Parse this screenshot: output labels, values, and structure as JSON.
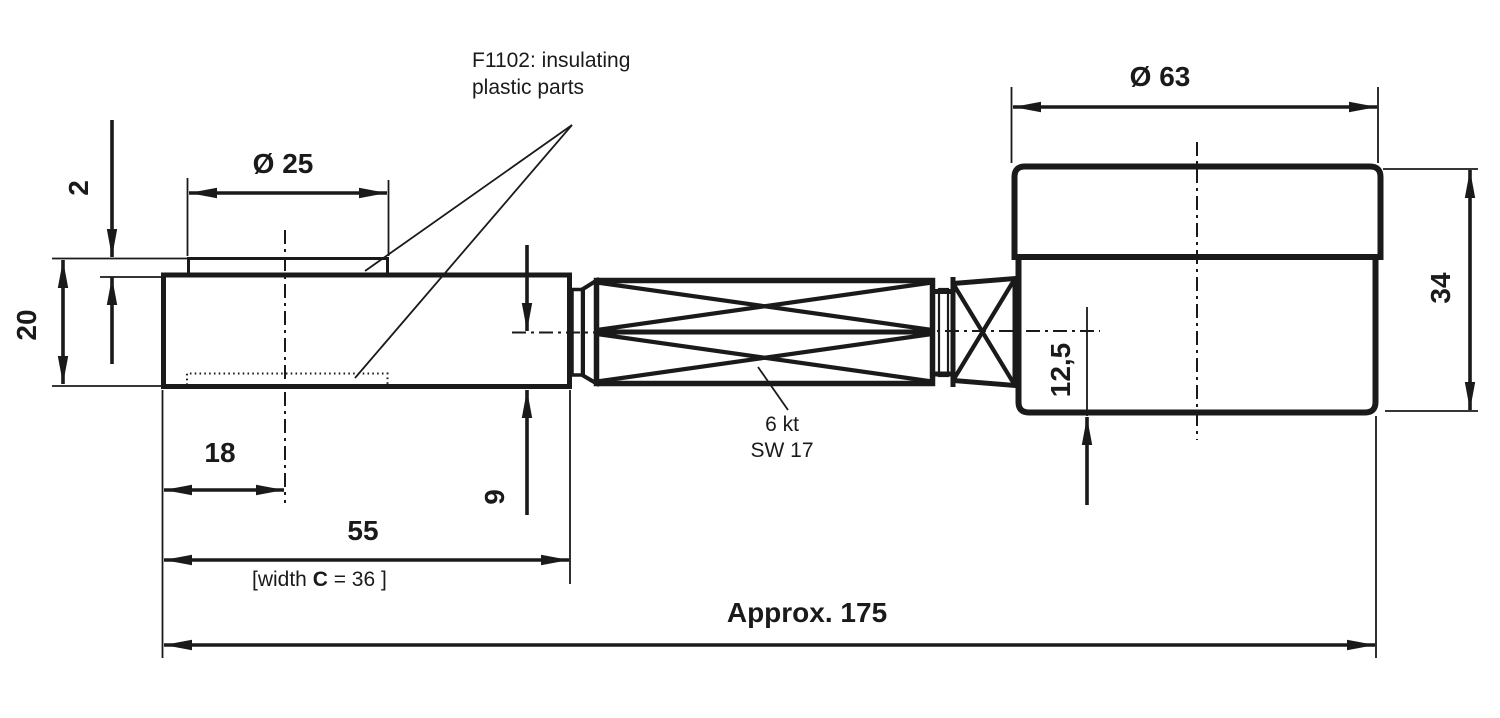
{
  "drawing": {
    "notes": {
      "insulating": {
        "line1": "F1102: insulating",
        "line2": "plastic parts"
      },
      "hex": {
        "line1": "6 kt",
        "line2": "SW 17"
      },
      "width_note": {
        "prefix": "[width ",
        "var": "C",
        "suffix": " = 36 ]"
      }
    },
    "dimensions": {
      "flange_diameter": "Ø 25",
      "flange_thickness": "2",
      "body_height": "20",
      "offset_18": "18",
      "body_length": "55",
      "offset_9": "9",
      "cap_diameter": "Ø 63",
      "offset_12_5": "12,5",
      "cap_height": "34",
      "overall_length": "Approx. 175"
    },
    "colors": {
      "line": "#1a1a1a",
      "background": "#ffffff"
    }
  }
}
